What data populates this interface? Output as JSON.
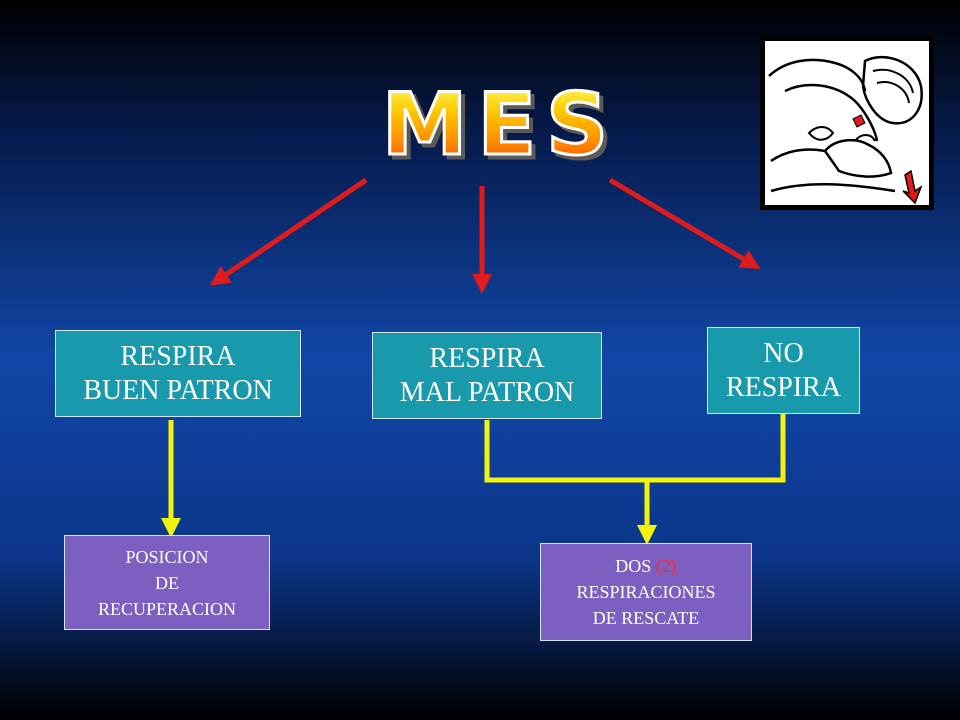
{
  "title": "MES",
  "colors": {
    "title_fill_top": "#ffff66",
    "title_fill_bottom": "#ff3a00",
    "node_teal": "#1899ac",
    "node_purple": "#7c5fc0",
    "arrow_red": "#e01b1b",
    "connector_yellow": "#f2f20a",
    "highlight_red": "#ff2a2a"
  },
  "nodes": {
    "respira_buen": "RESPIRA\nBUEN PATRON",
    "respira_mal": "RESPIRA\nMAL PATRON",
    "no_respira": "NO\nRESPIRA",
    "posicion": "POSICION\nDE\nRECUPERACION",
    "dos_pre": "DOS ",
    "dos_num": "(2)",
    "dos_rest": "\nRESPIRACIONES\nDE RESCATE"
  },
  "image": {
    "icon": "rescue-breathing-illustration"
  }
}
